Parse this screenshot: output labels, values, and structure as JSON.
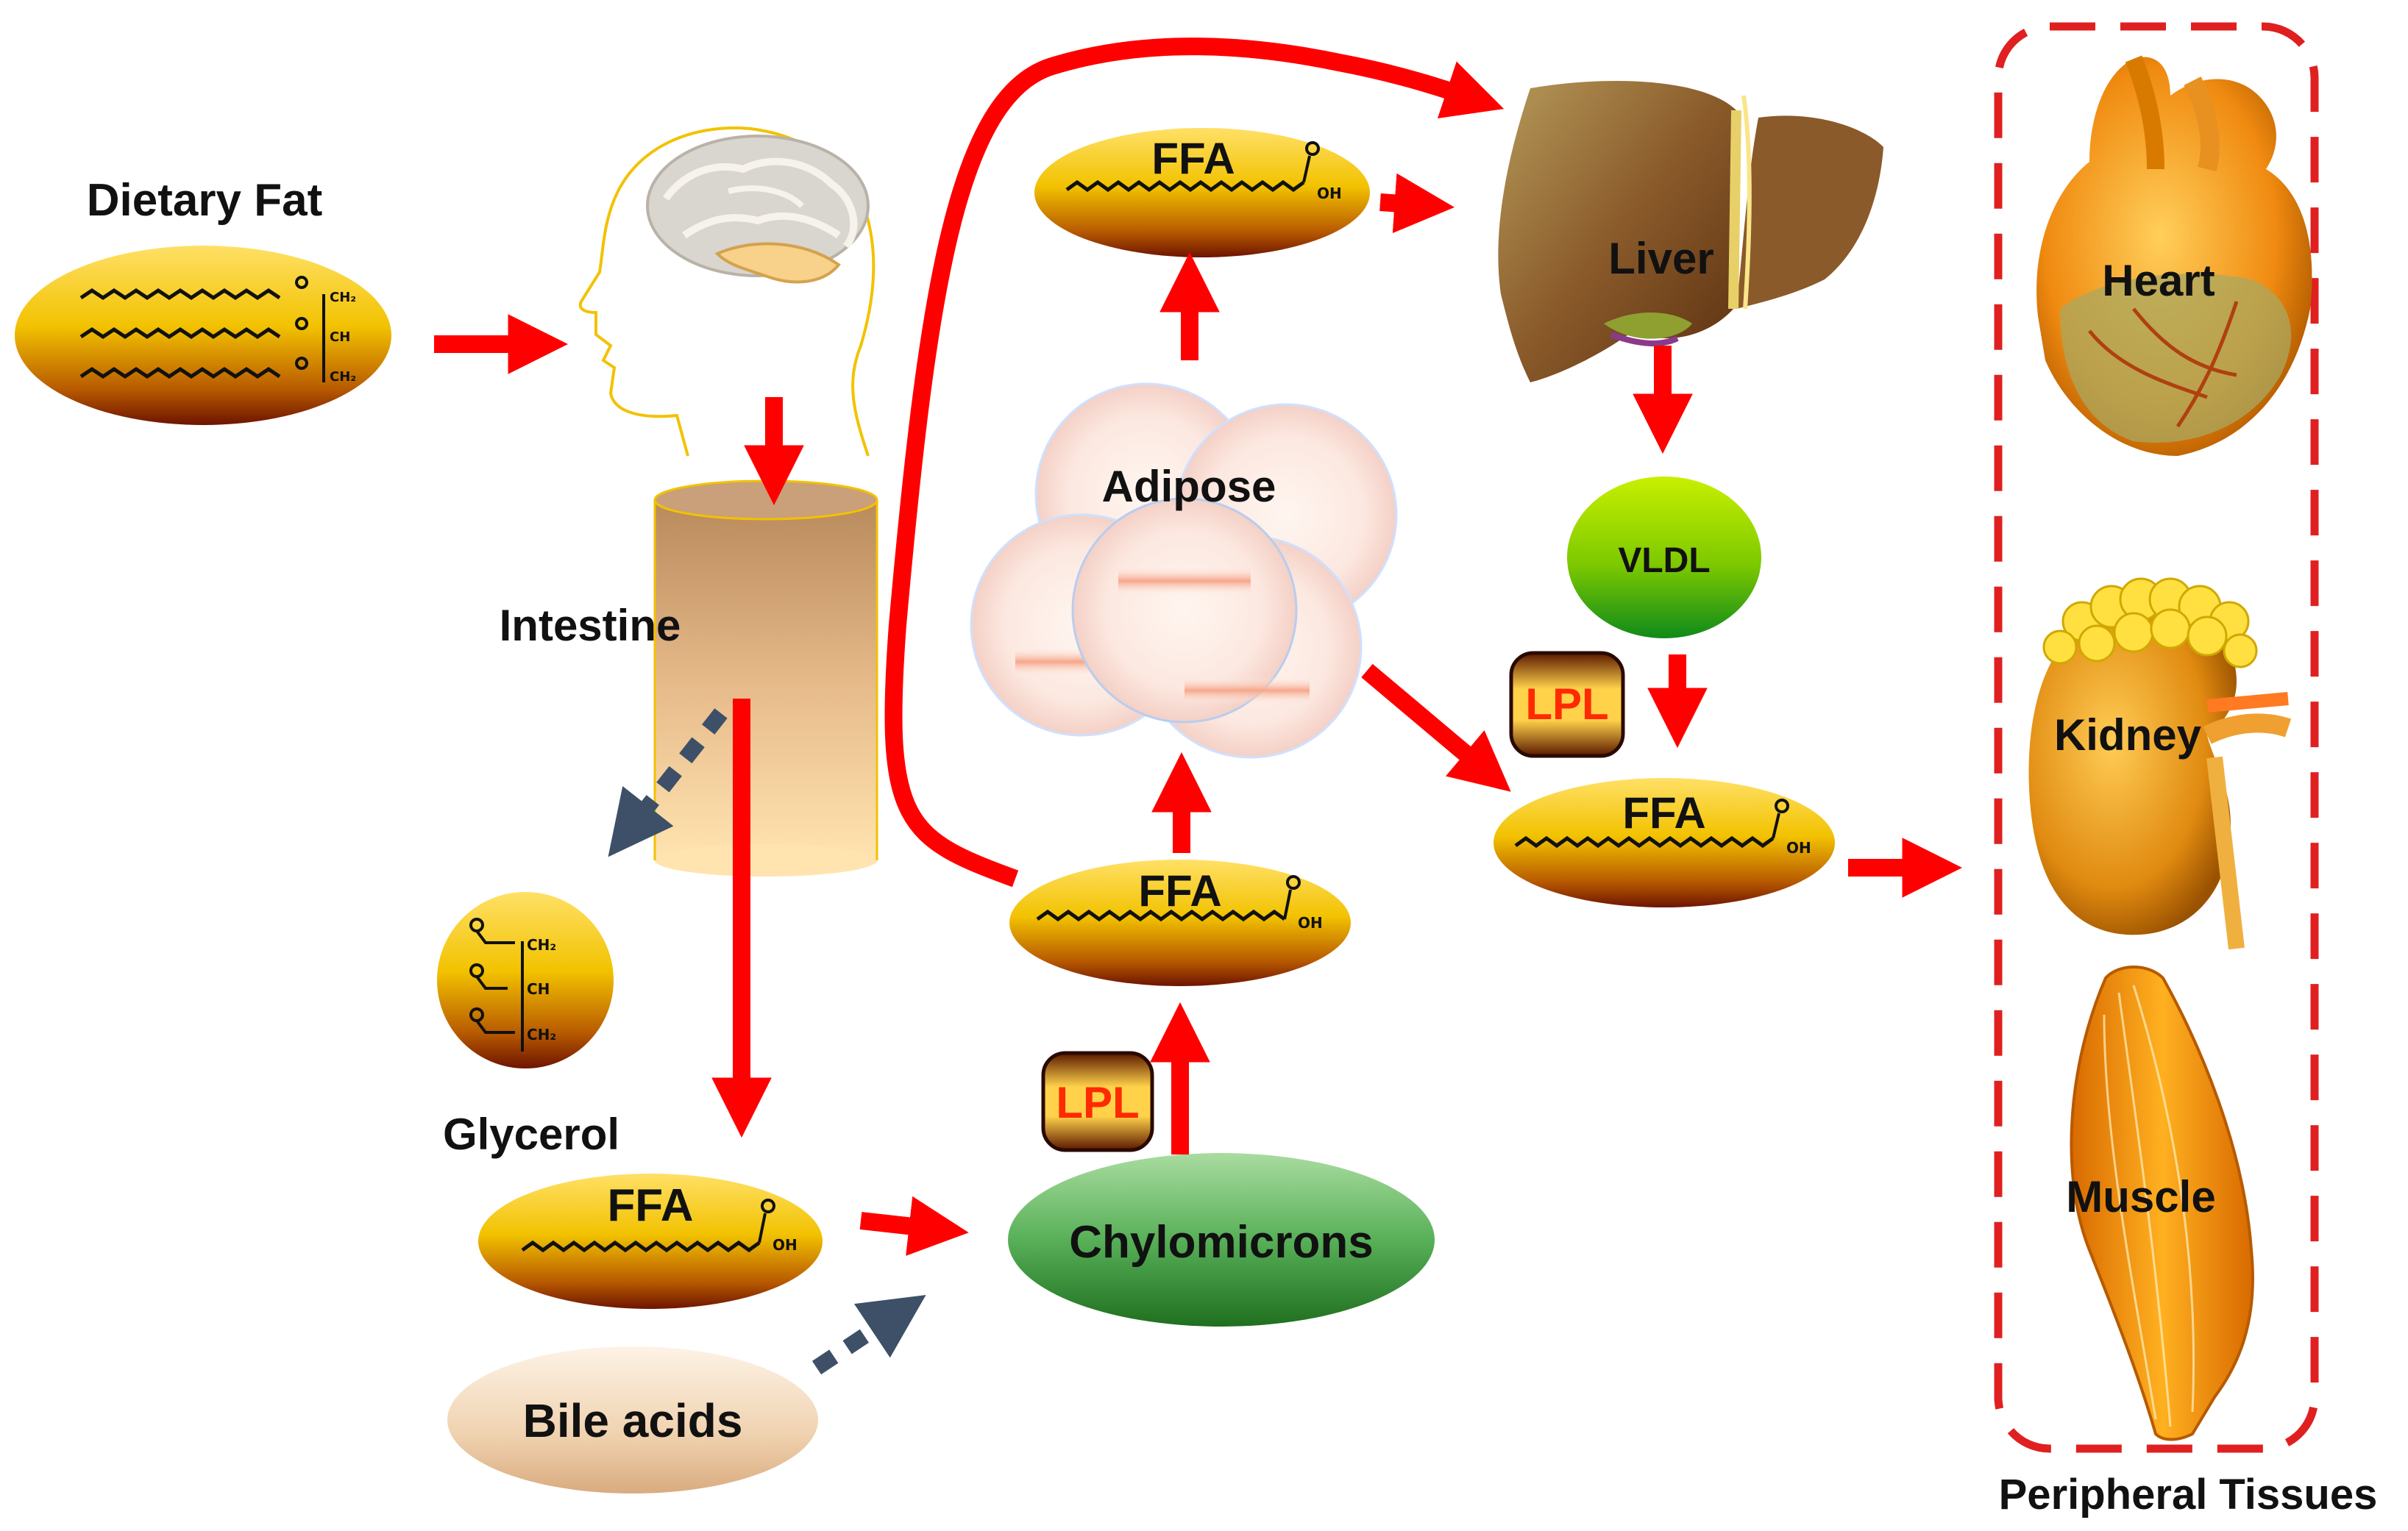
{
  "labels": {
    "dietary_fat": "Dietary Fat",
    "intestine": "Intestine",
    "glycerol": "Glycerol",
    "bile_acids": "Bile acids",
    "chylomicrons": "Chylomicrons",
    "adipose": "Adipose",
    "liver": "Liver",
    "vldl": "VLDL",
    "heart": "Heart",
    "kidney": "Kidney",
    "muscle": "Muscle",
    "peripheral_tissues": "Peripheral Tissues"
  },
  "ffa_label": "FFA",
  "lpl_label": "LPL",
  "chem": {
    "ch2": "CH₂",
    "ch": "CH",
    "oh": "OH"
  },
  "colors": {
    "arrow": "#ff0000",
    "dashed_arrow": "#3d5068",
    "lpl_text": "#ff2a00",
    "ffa_gold": "#ffd400",
    "ffa_dark": "#7a1800",
    "chylomicron_green": "#3e9a3e",
    "vldl_green": "#a4e600",
    "border_dashed": "#e02020"
  }
}
